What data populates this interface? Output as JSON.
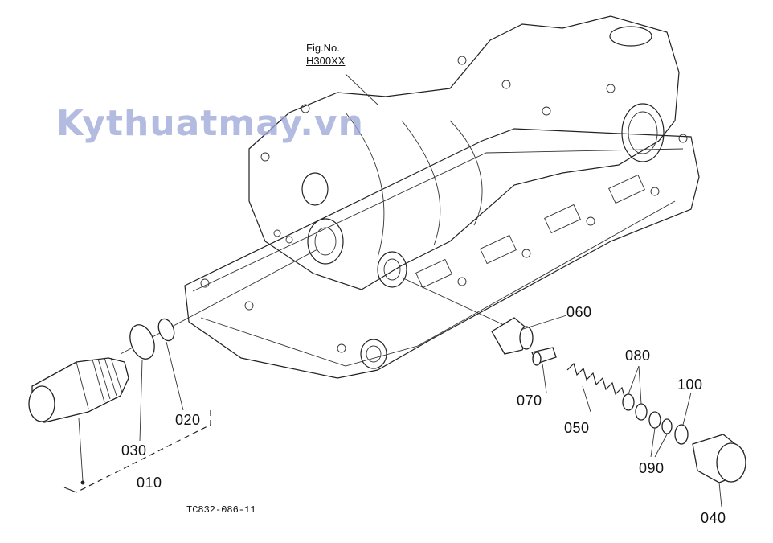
{
  "figure": {
    "label_line1": "Fig.No.",
    "label_line2": "H300XX"
  },
  "watermark": "Kythuatmay.vn",
  "drawing_code": "TC832-086-11",
  "parts": {
    "p010": "010",
    "p020": "020",
    "p030": "030",
    "p040": "040",
    "p050": "050",
    "p060": "060",
    "p070": "070",
    "p080": "080",
    "p090": "090",
    "p100": "100"
  }
}
